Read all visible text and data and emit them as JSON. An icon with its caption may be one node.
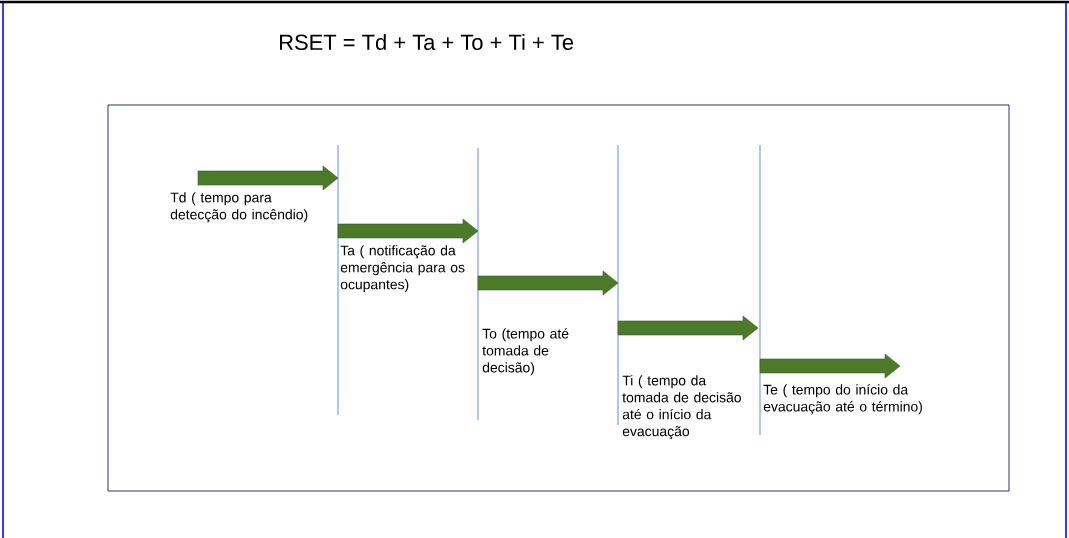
{
  "diagram": {
    "title": "RSET = Td + Ta + To + Ti + Te",
    "labels": [
      "Td ( tempo para detecção do incêndio)",
      "Ta ( notificação da emergência para os ocupantes)",
      "To (tempo até tomada de decisão)",
      "Ti ( tempo da tomada de decisão até o início da evacuação",
      "Te ( tempo do início da evacuação até o término)"
    ]
  }
}
